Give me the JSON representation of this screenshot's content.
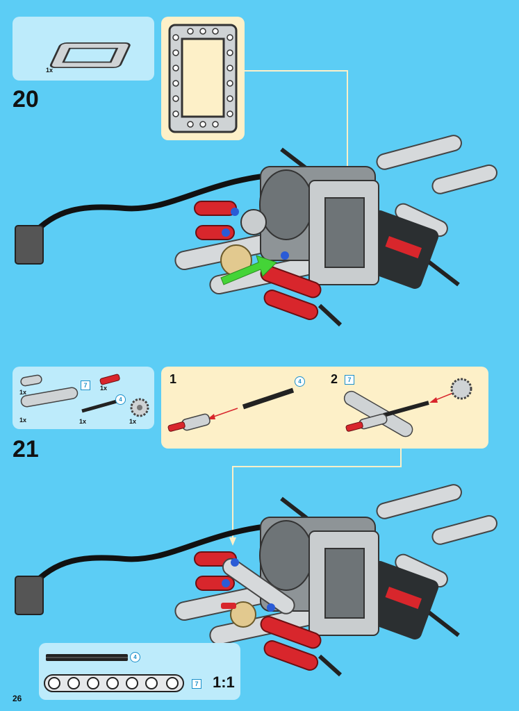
{
  "page": {
    "number": "26"
  },
  "colors": {
    "background": "#5ccdf5",
    "parts_panel": "#bdebfb",
    "subassembly_panel": "#fdf0c8",
    "accent_red": "#d8262c",
    "accent_green": "#44d437"
  },
  "step20": {
    "number": "20",
    "parts": [
      {
        "name": "frame",
        "qty": "1x"
      }
    ]
  },
  "step21": {
    "number": "21",
    "parts": [
      {
        "name": "axle-connector",
        "qty": "1x"
      },
      {
        "name": "beam-7",
        "qty": "1x",
        "length": "7"
      },
      {
        "name": "axle-pin-red",
        "qty": "1x"
      },
      {
        "name": "axle-4",
        "qty": "1x",
        "length": "4"
      },
      {
        "name": "gear",
        "qty": "1x"
      }
    ],
    "substeps": [
      {
        "number": "1",
        "length": "4"
      },
      {
        "number": "2",
        "length": "7"
      }
    ]
  },
  "scale_panel": {
    "axle_length": "4",
    "beam_length": "7",
    "ratio": "1:1"
  }
}
